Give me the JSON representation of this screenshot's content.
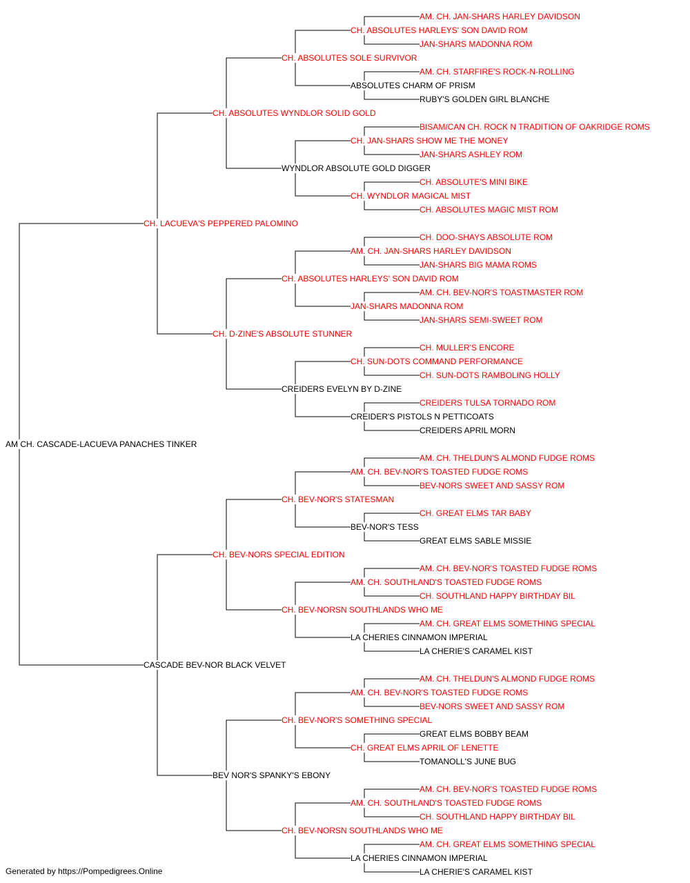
{
  "colors": {
    "champion": "#ff0000",
    "regular": "#000000",
    "line": "#000000"
  },
  "pedigree": {
    "name": "AM CH. CASCADE-LACUEVA PANACHES TINKER",
    "champion": false,
    "sire": {
      "name": "CH. LACUEVA'S PEPPERED PALOMINO",
      "champion": true,
      "sire": {
        "name": "CH. ABSOLUTES WYNDLOR SOLID GOLD",
        "champion": true,
        "sire": {
          "name": "CH. ABSOLUTES SOLE SURVIVOR",
          "champion": true,
          "sire": {
            "name": "CH. ABSOLUTES HARLEYS' SON DAVID ROM",
            "champion": true,
            "sire": {
              "name": "AM. CH. JAN-SHARS HARLEY DAVIDSON",
              "champion": true
            },
            "dam": {
              "name": "JAN-SHARS MADONNA ROM",
              "champion": true
            }
          },
          "dam": {
            "name": "ABSOLUTES CHARM OF PRISM",
            "champion": false,
            "sire": {
              "name": "AM. CH. STARFIRE'S ROCK-N-ROLLING",
              "champion": true
            },
            "dam": {
              "name": "RUBY'S GOLDEN GIRL BLANCHE",
              "champion": false
            }
          }
        },
        "dam": {
          "name": "WYNDLOR ABSOLUTE GOLD DIGGER",
          "champion": false,
          "sire": {
            "name": "CH. JAN-SHARS SHOW ME THE MONEY",
            "champion": true,
            "sire": {
              "name": "BISAM/CAN CH. ROCK N TRADITION OF OAKRIDGE ROMS",
              "champion": true
            },
            "dam": {
              "name": "JAN-SHARS ASHLEY ROM",
              "champion": true
            }
          },
          "dam": {
            "name": "CH. WYNDLOR MAGICAL MIST",
            "champion": true,
            "sire": {
              "name": "CH. ABSOLUTE'S MINI BIKE",
              "champion": true
            },
            "dam": {
              "name": "CH. ABSOLUTES MAGIC MIST ROM",
              "champion": true
            }
          }
        }
      },
      "dam": {
        "name": "CH. D-ZINE'S ABSOLUTE STUNNER",
        "champion": true,
        "sire": {
          "name": "CH. ABSOLUTES HARLEYS' SON DAVID ROM",
          "champion": true,
          "sire": {
            "name": "AM. CH. JAN-SHARS HARLEY DAVIDSON",
            "champion": true,
            "sire": {
              "name": "CH. DOO-SHAYS ABSOLUTE ROM",
              "champion": true
            },
            "dam": {
              "name": "JAN-SHARS BIG MAMA ROMS",
              "champion": true
            }
          },
          "dam": {
            "name": "JAN-SHARS MADONNA ROM",
            "champion": true,
            "sire": {
              "name": "AM. CH. BEV-NOR'S TOASTMASTER ROM",
              "champion": true
            },
            "dam": {
              "name": "JAN-SHARS SEMI-SWEET ROM",
              "champion": true
            }
          }
        },
        "dam": {
          "name": "CREIDERS EVELYN BY D-ZINE",
          "champion": false,
          "sire": {
            "name": "CH. SUN-DOTS COMMAND PERFORMANCE",
            "champion": true,
            "sire": {
              "name": "CH. MULLER'S ENCORE",
              "champion": true
            },
            "dam": {
              "name": "CH. SUN-DOTS RAMBOLING HOLLY",
              "champion": true
            }
          },
          "dam": {
            "name": "CREIDER'S PISTOLS N PETTICOATS",
            "champion": false,
            "sire": {
              "name": "CREIDERS TULSA TORNADO ROM",
              "champion": true
            },
            "dam": {
              "name": "CREIDERS APRIL MORN",
              "champion": false
            }
          }
        }
      }
    },
    "dam": {
      "name": "CASCADE BEV-NOR BLACK VELVET",
      "champion": false,
      "sire": {
        "name": "CH. BEV-NORS SPECIAL EDITION",
        "champion": true,
        "sire": {
          "name": "CH. BEV-NOR'S STATESMAN",
          "champion": true,
          "sire": {
            "name": "AM. CH. BEV-NOR'S TOASTED FUDGE ROMS",
            "champion": true,
            "sire": {
              "name": "AM. CH. THELDUN'S ALMOND FUDGE ROMS",
              "champion": true
            },
            "dam": {
              "name": "BEV-NORS SWEET AND SASSY ROM",
              "champion": true
            }
          },
          "dam": {
            "name": "BEV-NOR'S TESS",
            "champion": false,
            "sire": {
              "name": "CH. GREAT ELMS TAR BABY",
              "champion": true
            },
            "dam": {
              "name": "GREAT ELMS SABLE MISSIE",
              "champion": false
            }
          }
        },
        "dam": {
          "name": "CH. BEV-NORSN SOUTHLANDS WHO ME",
          "champion": true,
          "sire": {
            "name": "AM. CH. SOUTHLAND'S TOASTED FUDGE ROMS",
            "champion": true,
            "sire": {
              "name": "AM. CH. BEV-NOR'S TOASTED FUDGE ROMS",
              "champion": true
            },
            "dam": {
              "name": "CH. SOUTHLAND HAPPY BIRTHDAY BIL",
              "champion": true
            }
          },
          "dam": {
            "name": "LA CHERIES CINNAMON IMPERIAL",
            "champion": false,
            "sire": {
              "name": "AM. CH. GREAT ELMS SOMETHING SPECIAL",
              "champion": true
            },
            "dam": {
              "name": "LA CHERIE'S CARAMEL KIST",
              "champion": false
            }
          }
        }
      },
      "dam": {
        "name": "BEV NOR'S SPANKY'S EBONY",
        "champion": false,
        "sire": {
          "name": "CH. BEV-NOR'S SOMETHING SPECIAL",
          "champion": true,
          "sire": {
            "name": "AM. CH. BEV-NOR'S TOASTED FUDGE ROMS",
            "champion": true,
            "sire": {
              "name": "AM. CH. THELDUN'S ALMOND FUDGE ROMS",
              "champion": true
            },
            "dam": {
              "name": "BEV-NORS SWEET AND SASSY ROM",
              "champion": true
            }
          },
          "dam": {
            "name": "CH. GREAT ELMS APRIL OF LENETTE",
            "champion": true,
            "sire": {
              "name": "GREAT ELMS BOBBY BEAM",
              "champion": false
            },
            "dam": {
              "name": "TOMANOLL'S JUNE BUG",
              "champion": false
            }
          }
        },
        "dam": {
          "name": "CH. BEV-NORSN SOUTHLANDS WHO ME",
          "champion": true,
          "sire": {
            "name": "AM. CH. SOUTHLAND'S TOASTED FUDGE ROMS",
            "champion": true,
            "sire": {
              "name": "AM. CH. BEV-NOR'S TOASTED FUDGE ROMS",
              "champion": true
            },
            "dam": {
              "name": "CH. SOUTHLAND HAPPY BIRTHDAY BIL",
              "champion": true
            }
          },
          "dam": {
            "name": "LA CHERIES CINNAMON IMPERIAL",
            "champion": false,
            "sire": {
              "name": "AM. CH. GREAT ELMS SOMETHING SPECIAL",
              "champion": true
            },
            "dam": {
              "name": "LA CHERIE'S CARAMEL KIST",
              "champion": false
            }
          }
        }
      }
    }
  },
  "footer": {
    "text": "Generated by https://Pompedigrees.Online"
  }
}
